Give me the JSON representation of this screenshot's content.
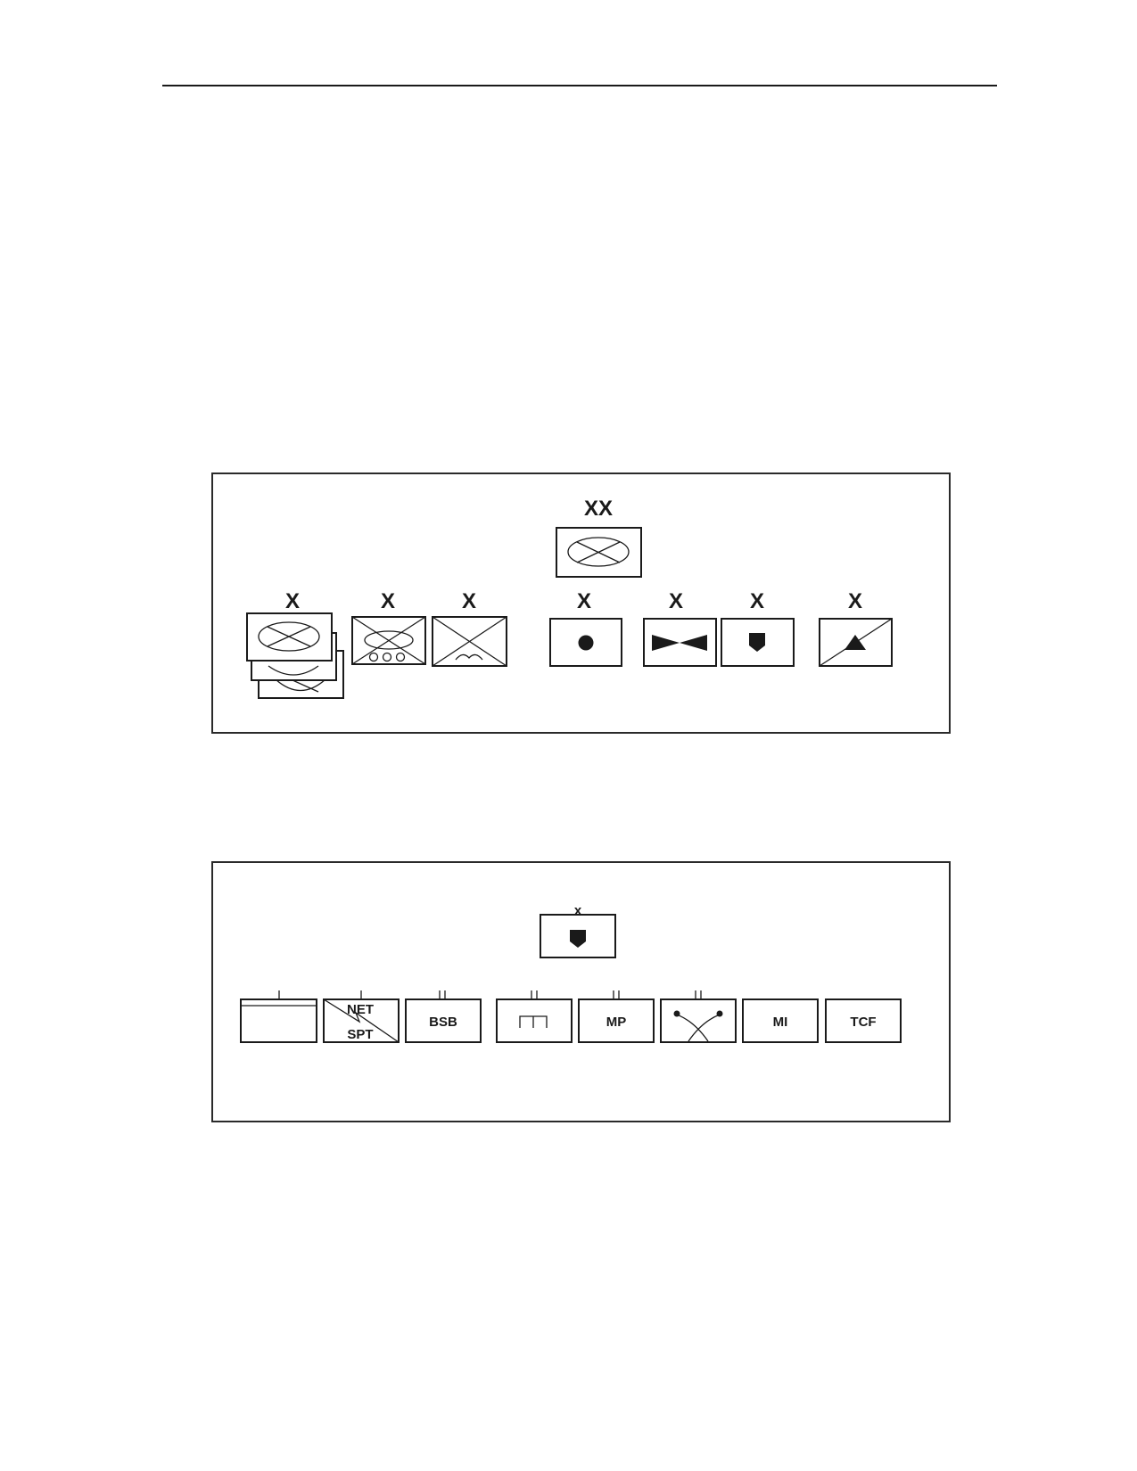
{
  "panel1": {
    "hq": {
      "echelon": "XX"
    },
    "units": [
      {
        "echelon": "X",
        "symbol": "armor-infantry-stack"
      },
      {
        "echelon": "X",
        "symbol": "mechanized-wheeled"
      },
      {
        "echelon": "X",
        "symbol": "air-assault"
      },
      {
        "echelon": "X",
        "symbol": "fires-dot"
      },
      {
        "echelon": "X",
        "symbol": "aviation-bowtie"
      },
      {
        "echelon": "X",
        "symbol": "sustainment-shield"
      },
      {
        "echelon": "X",
        "symbol": "air-defense-triangle"
      }
    ]
  },
  "panel2": {
    "hq": {
      "echelon": "x",
      "symbol": "sustainment-shield"
    },
    "units": [
      {
        "echelon": "I",
        "label": ""
      },
      {
        "echelon": "I",
        "label_top": "NET",
        "label_bottom": "SPT"
      },
      {
        "echelon": "II",
        "label": "BSB"
      },
      {
        "echelon": "II",
        "label": ""
      },
      {
        "echelon": "II",
        "label": "MP"
      },
      {
        "echelon": "II",
        "label": ""
      },
      {
        "echelon": "",
        "label": "MI"
      },
      {
        "echelon": "",
        "label": "TCF"
      }
    ]
  }
}
